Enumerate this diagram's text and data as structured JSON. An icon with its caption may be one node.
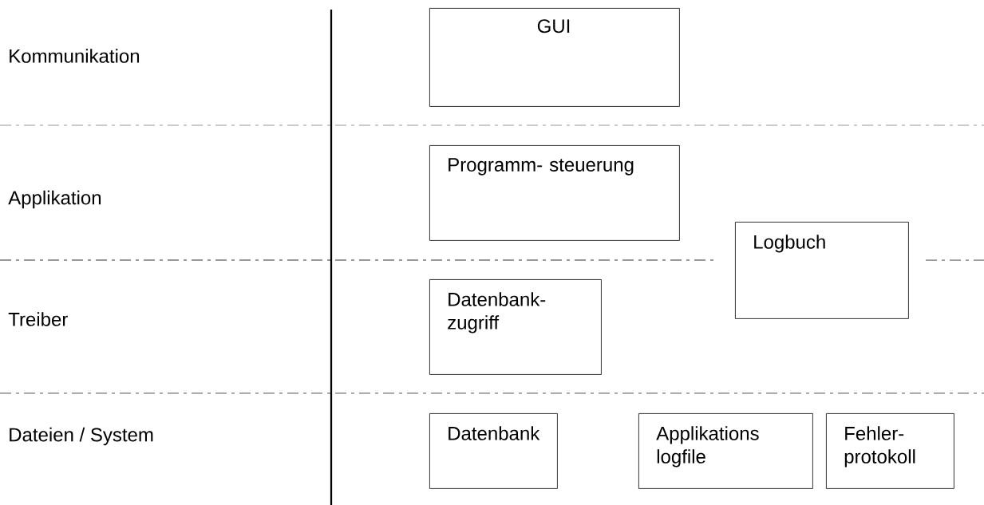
{
  "diagram": {
    "nodes": [
      {
        "text": [
          "GUI"
        ]
      },
      {
        "text": [
          "Programm- steuerung"
        ]
      },
      {
        "text": [
          "Logbuch"
        ]
      },
      {
        "text": [
          "Datenbank- zugriff"
        ]
      },
      {
        "text": [
          "Datenbank"
        ]
      },
      {
        "text": [
          "Applikations logfile"
        ]
      },
      {
        "text": [
          "Fehler- protokoll"
        ]
      }
    ],
    "labels": [
      "Kommunikation",
      "Applikation",
      "Treiber",
      "Dateien / System"
    ]
  }
}
